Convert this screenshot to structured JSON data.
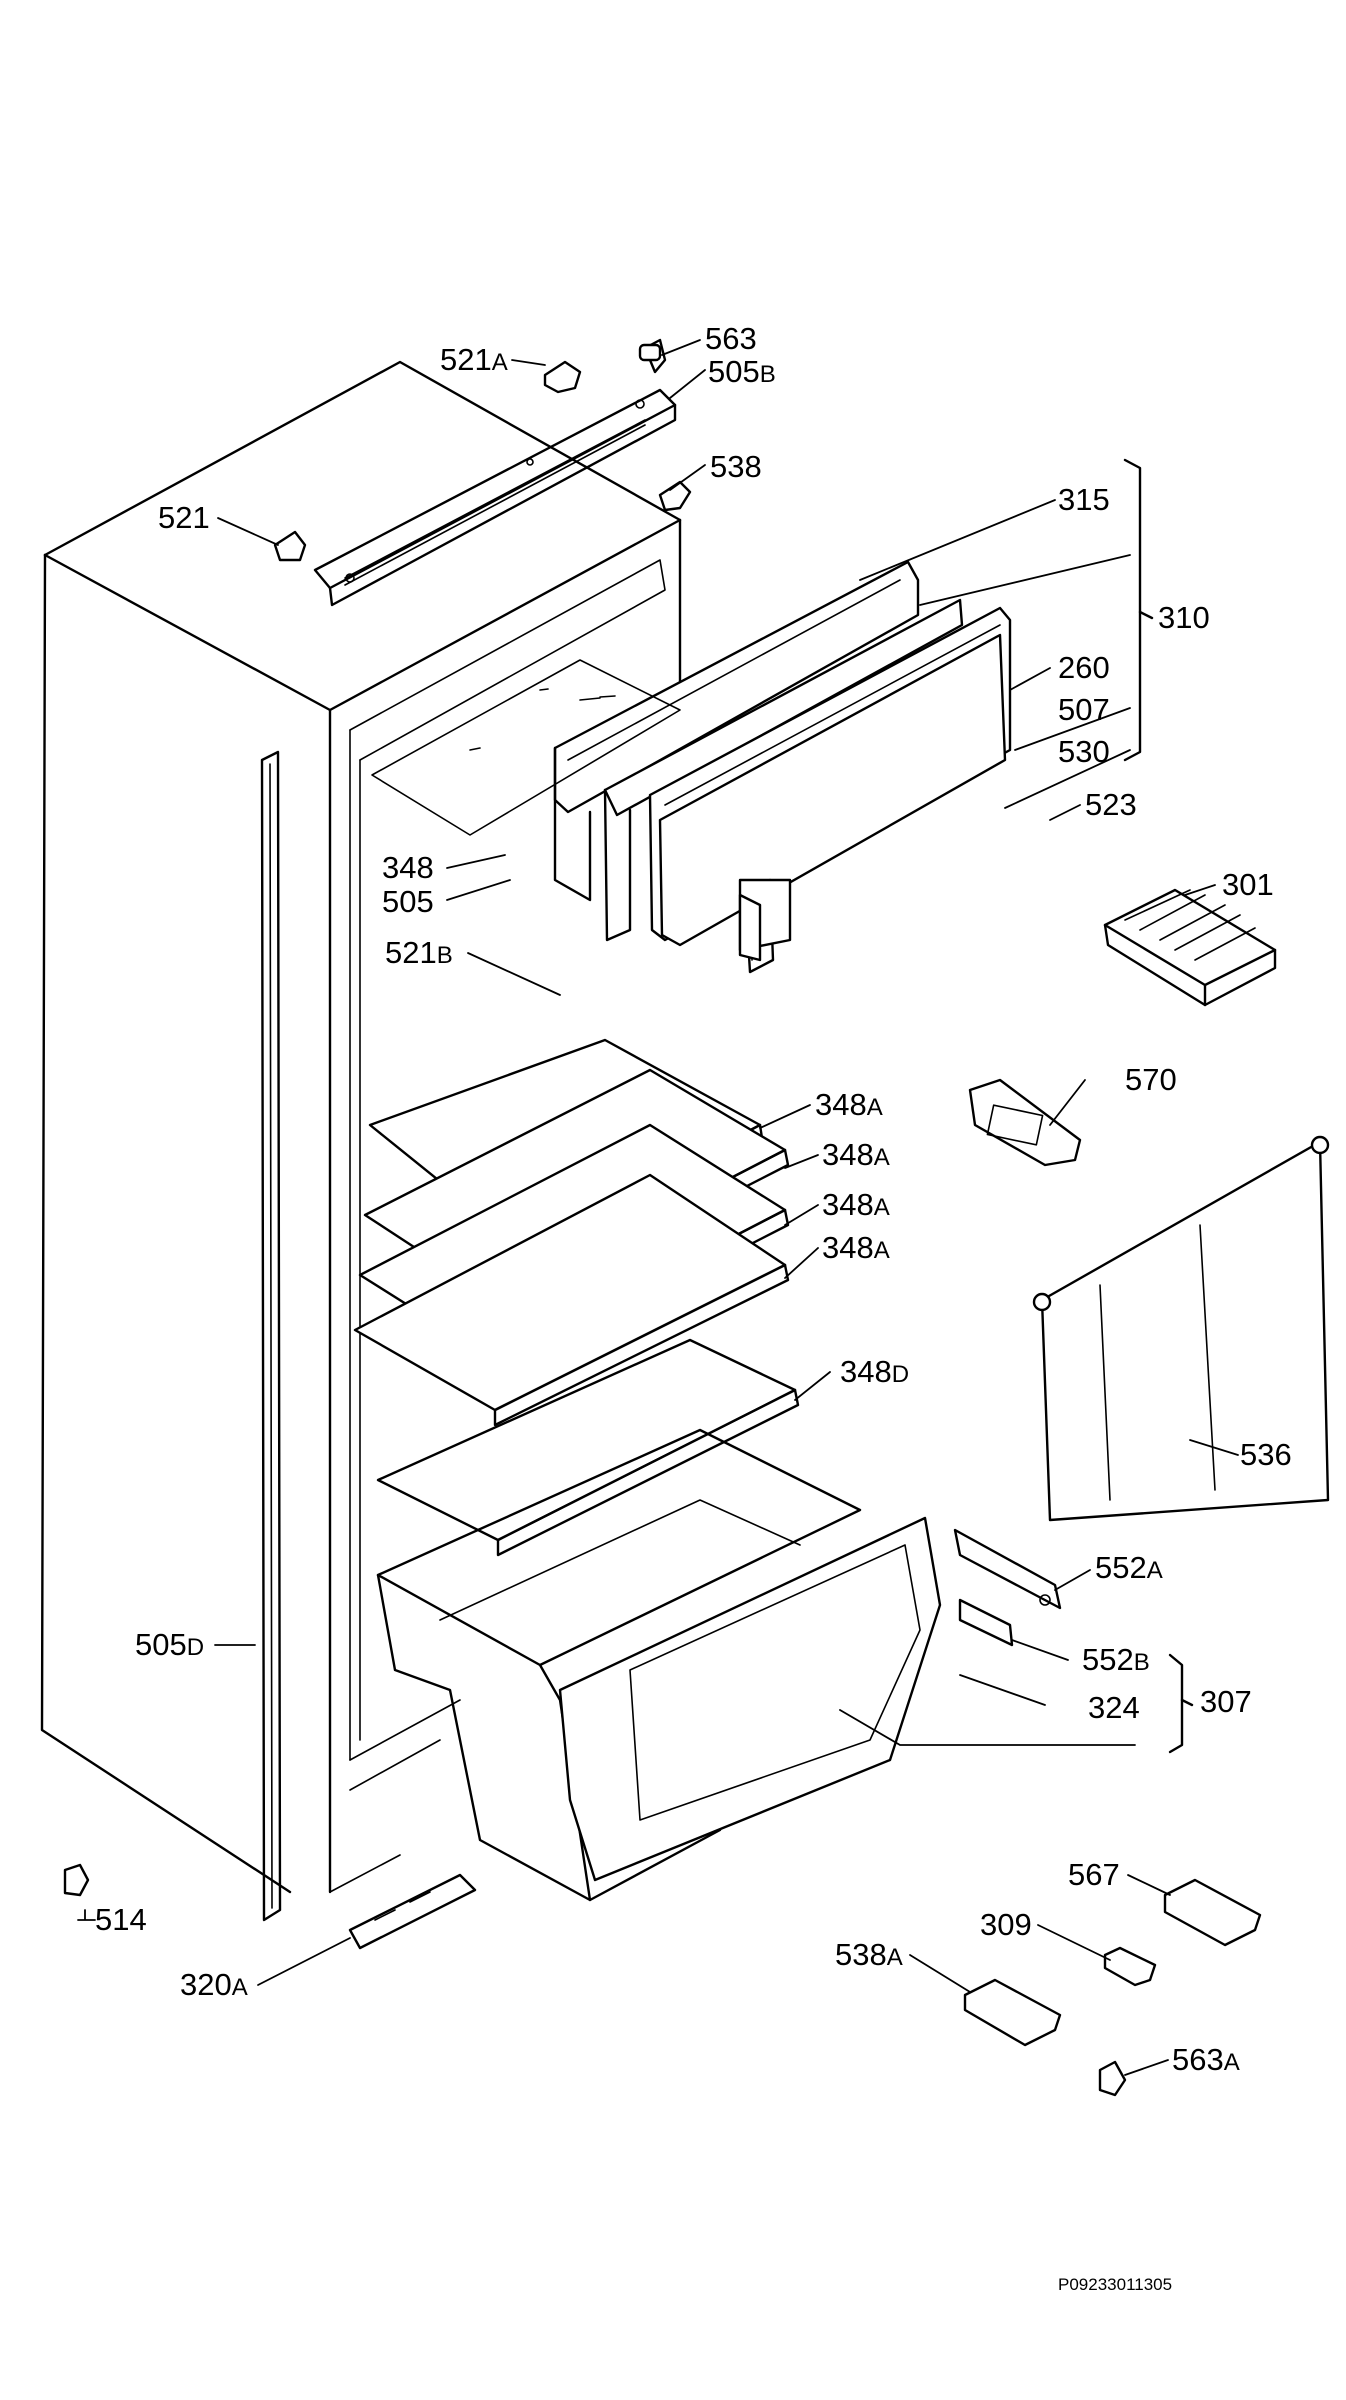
{
  "drawing_code": "P09233011305",
  "parts": [
    {
      "id": "p521a",
      "base": "521",
      "suffix": "A"
    },
    {
      "id": "p563",
      "base": "563",
      "suffix": ""
    },
    {
      "id": "p505b",
      "base": "505",
      "suffix": "B"
    },
    {
      "id": "p538",
      "base": "538",
      "suffix": ""
    },
    {
      "id": "p521",
      "base": "521",
      "suffix": ""
    },
    {
      "id": "p315",
      "base": "315",
      "suffix": ""
    },
    {
      "id": "p310",
      "base": "310",
      "suffix": ""
    },
    {
      "id": "p260",
      "base": "260",
      "suffix": ""
    },
    {
      "id": "p507",
      "base": "507",
      "suffix": ""
    },
    {
      "id": "p530",
      "base": "530",
      "suffix": ""
    },
    {
      "id": "p523",
      "base": "523",
      "suffix": ""
    },
    {
      "id": "p348",
      "base": "348",
      "suffix": ""
    },
    {
      "id": "p505",
      "base": "505",
      "suffix": ""
    },
    {
      "id": "p301",
      "base": "301",
      "suffix": ""
    },
    {
      "id": "p521b",
      "base": "521",
      "suffix": "B"
    },
    {
      "id": "p570",
      "base": "570",
      "suffix": ""
    },
    {
      "id": "p348a1",
      "base": "348",
      "suffix": "A"
    },
    {
      "id": "p348a2",
      "base": "348",
      "suffix": "A"
    },
    {
      "id": "p348a3",
      "base": "348",
      "suffix": "A"
    },
    {
      "id": "p348a4",
      "base": "348",
      "suffix": "A"
    },
    {
      "id": "p348d",
      "base": "348",
      "suffix": "D"
    },
    {
      "id": "p536",
      "base": "536",
      "suffix": ""
    },
    {
      "id": "p552a",
      "base": "552",
      "suffix": "A"
    },
    {
      "id": "p505d",
      "base": "505",
      "suffix": "D"
    },
    {
      "id": "p552b",
      "base": "552",
      "suffix": "B"
    },
    {
      "id": "p307",
      "base": "307",
      "suffix": ""
    },
    {
      "id": "p324",
      "base": "324",
      "suffix": ""
    },
    {
      "id": "p514",
      "base": "514",
      "suffix": ""
    },
    {
      "id": "p567",
      "base": "567",
      "suffix": ""
    },
    {
      "id": "p309",
      "base": "309",
      "suffix": ""
    },
    {
      "id": "p538a",
      "base": "538",
      "suffix": "A"
    },
    {
      "id": "p320a",
      "base": "320",
      "suffix": "A"
    },
    {
      "id": "p563a",
      "base": "563",
      "suffix": "A"
    }
  ]
}
